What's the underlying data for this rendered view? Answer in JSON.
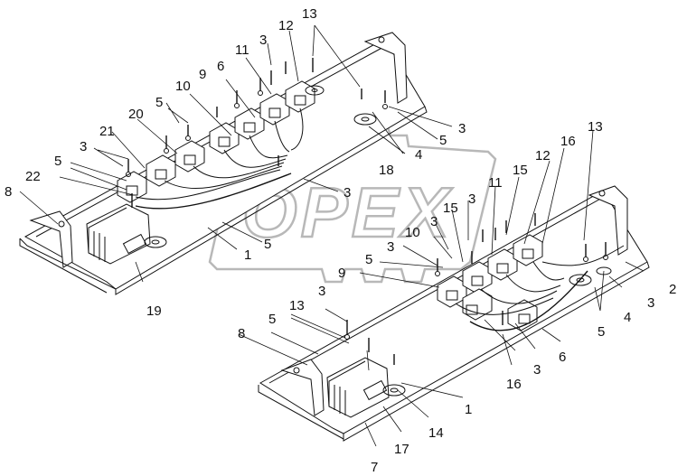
{
  "watermark": {
    "text": "OPEX"
  },
  "callouts": [
    "13",
    "12",
    "3",
    "11",
    "6",
    "9",
    "10",
    "5",
    "20",
    "21",
    "3",
    "5",
    "22",
    "8",
    "3",
    "5",
    "4",
    "18",
    "3",
    "5",
    "1",
    "19",
    "13",
    "16",
    "15",
    "12",
    "11",
    "3",
    "15",
    "3",
    "10",
    "3",
    "5",
    "9",
    "2",
    "3",
    "4",
    "5",
    "13",
    "3",
    "5",
    "8",
    "3",
    "6",
    "16",
    "1",
    "14",
    "17",
    "7"
  ]
}
